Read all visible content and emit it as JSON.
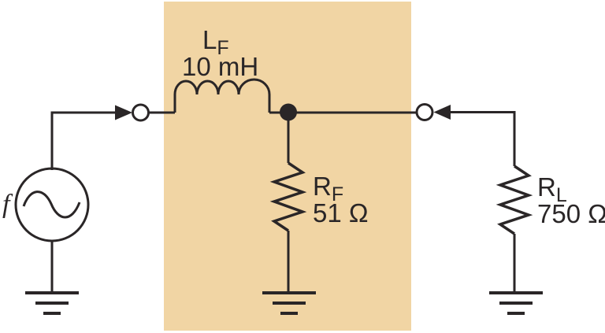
{
  "diagram": {
    "source": {
      "label": "f"
    },
    "inductor": {
      "name": "L",
      "subscript": "F",
      "value": "10 mH"
    },
    "filter_resistor": {
      "name": "R",
      "subscript": "F",
      "value": "51 Ω"
    },
    "load_resistor": {
      "name": "R",
      "subscript": "L",
      "value": "750 Ω"
    }
  },
  "colors": {
    "highlight": "#f1d5a4",
    "line": "#2a2627",
    "background": "#ffffff"
  }
}
